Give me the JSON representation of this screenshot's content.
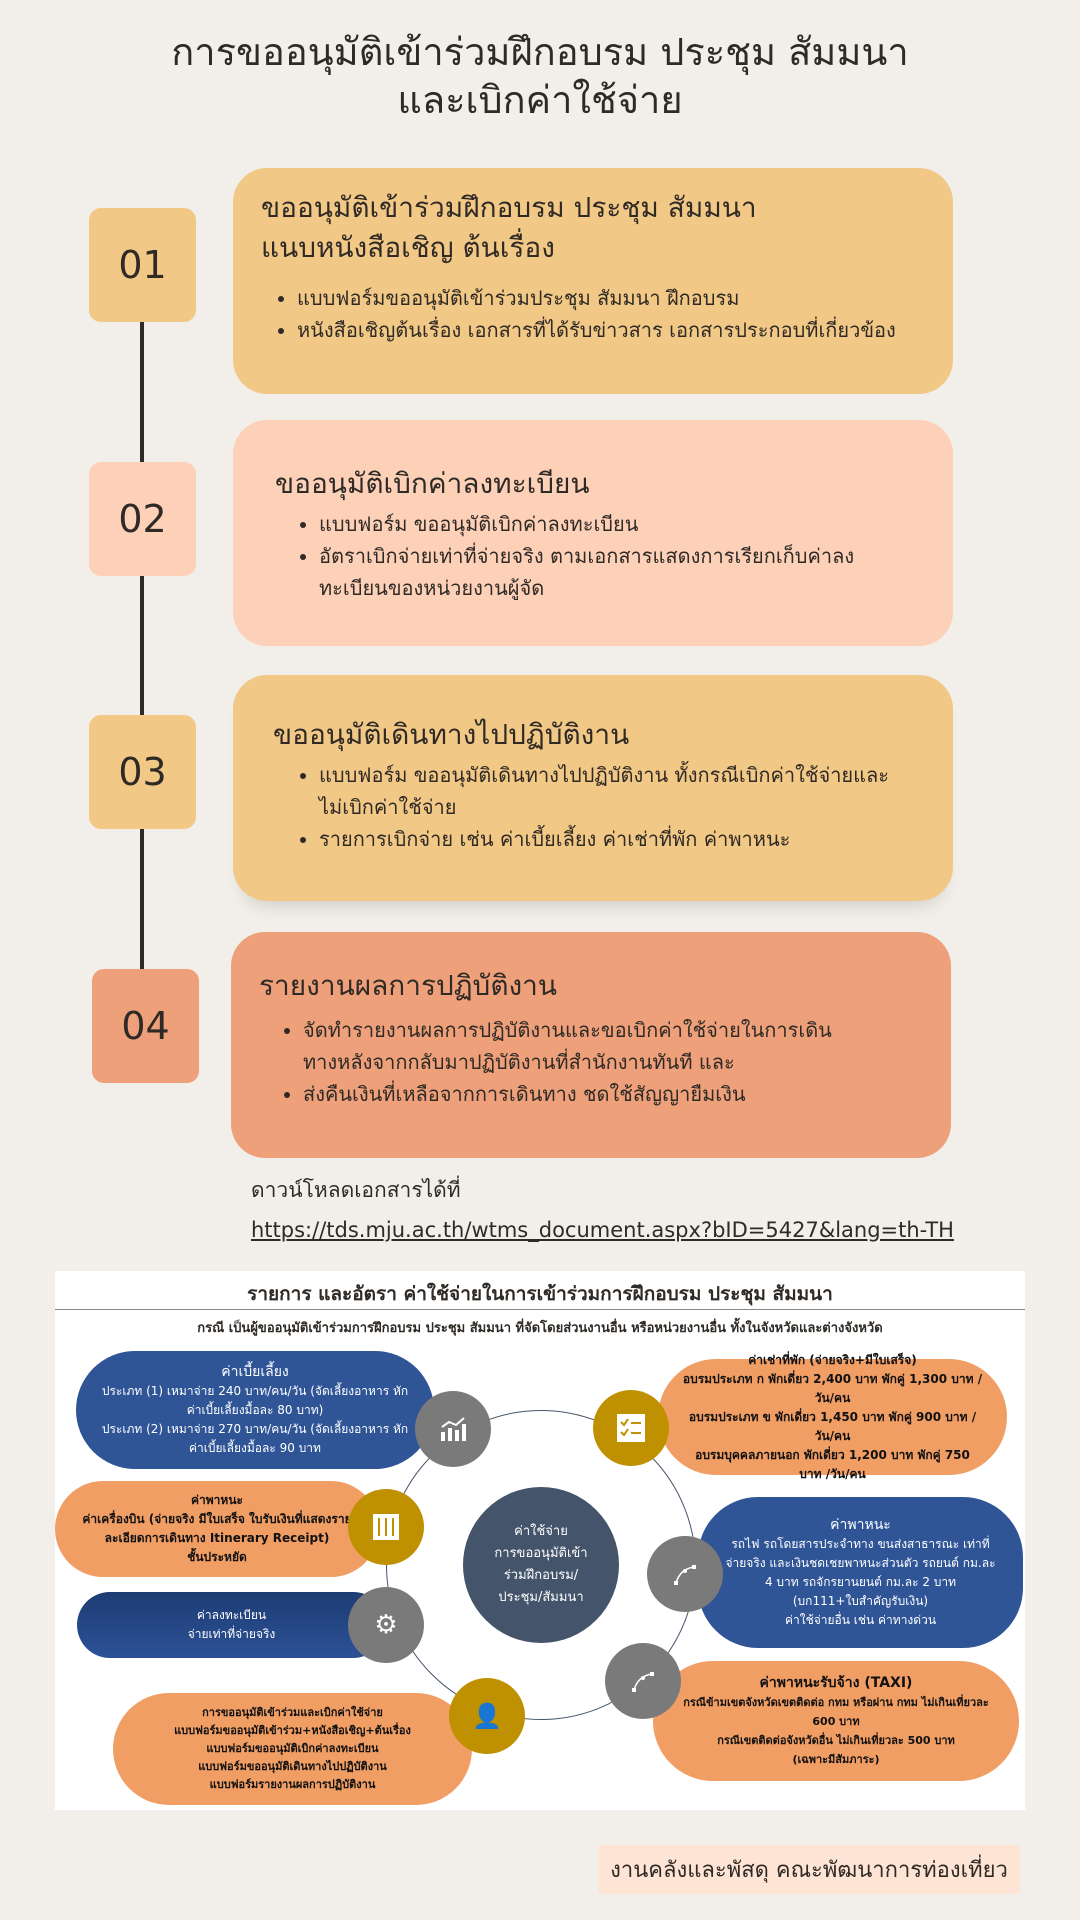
{
  "title": {
    "line1": "การขออนุมัติเข้าร่วมฝึกอบรม ประชุม สัมมนา",
    "line2": "และเบิกค่าใช้จ่าย"
  },
  "steps": [
    {
      "number": "01",
      "title1": "ขออนุมัติเข้าร่วมฝึกอบรม ประชุม สัมมนา",
      "title2": "แนบหนังสือเชิญ ต้นเรื่อง",
      "bullets": [
        "แบบฟอร์มขออนุมัติเข้าร่วมประชุม สัมมนา ฝึกอบรม",
        "หนังสือเชิญต้นเรื่อง เอกสารที่ได้รับข่าวสาร เอกสารประกอบที่เกี่ยวข้อง"
      ]
    },
    {
      "number": "02",
      "title1": "ขออนุมัติเบิกค่าลงทะเบียน",
      "bullets": [
        "แบบฟอร์ม ขออนุมัติเบิกค่าลงทะเบียน",
        "อัตราเบิกจ่ายเท่าที่จ่ายจริง ตามเอกสารแสดงการเรียกเก็บค่าลงทะเบียนของหน่วยงานผู้จัด"
      ]
    },
    {
      "number": "03",
      "title1": "ขออนุมัติเดินทางไปปฏิบัติงาน",
      "bullets": [
        "แบบฟอร์ม ขออนุมัติเดินทางไปปฏิบัติงาน ทั้งกรณีเบิกค่าใช้จ่ายและไม่เบิกค่าใช้จ่าย",
        "รายการเบิกจ่าย เช่น ค่าเบี้ยเลี้ยง ค่าเช่าที่พัก ค่าพาหนะ"
      ]
    },
    {
      "number": "04",
      "title1": "รายงานผลการปฏิบัติงาน",
      "bullets": [
        "จัดทำรายงานผลการปฏิบัติงานและขอเบิกค่าใช้จ่ายในการเดินทางหลังจากกลับมาปฏิบัติงานที่สำนักงานทันที และ",
        "ส่งคืนเงินที่เหลือจากการเดินทาง ชดใช้สัญญายืมเงิน"
      ]
    }
  ],
  "download": {
    "label": "ดาวน์โหลดเอกสารได้ที่",
    "url": "https://tds.mju.ac.th/wtms_document.aspx?bID=5427&lang=th-TH"
  },
  "infographic": {
    "title": "รายการ และอัตรา ค่าใช้จ่ายในการเข้าร่วมการฝึกอบรม ประชุม สัมมนา",
    "subtitle": "กรณี เป็นผู้ขออนุมัติเข้าร่วมการฝึกอบรม ประชุม สัมมนา ที่จัดโดยส่วนงานอื่น หรือหน่วยงานอื่น ทั้งในจังหวัดและต่างจังหวัด",
    "center": [
      "ค่าใช้จ่าย",
      "การขออนุมัติเข้า",
      "ร่วมฝึกอบรม/",
      "ประชุม/สัมมนา"
    ],
    "allowance": {
      "title": "ค่าเบี้ยเลี้ยง",
      "lines": [
        "ประเภท (1) เหมาจ่าย 240 บาท/คน/วัน (จัดเลี้ยงอาหาร หักค่าเบี้ยเลี้ยงมื้อละ 80 บาท)",
        "ประเภท (2) เหมาจ่าย 270 บาท/คน/วัน (จัดเลี้ยงอาหาร หักค่าเบี้ยเลี้ยงมื้อละ 90 บาท"
      ]
    },
    "airfare": {
      "title": "ค่าพาหนะ",
      "lines": [
        "ค่าเครื่องบิน (จ่ายจริง มีใบเสร็จ ใบรับเงินที่แสดงรายละเอียดการเดินทาง Itinerary Receipt)",
        "ชั้นประหยัด"
      ]
    },
    "registration": {
      "lines": [
        "ค่าลงทะเบียน",
        "จ่ายเท่าที่จ่ายจริง"
      ]
    },
    "forms": {
      "lines": [
        "การขออนุมัติเข้าร่วมและเบิกค่าใช้จ่าย",
        "แบบฟอร์มขออนุมัติเข้าร่วม+หนังสือเชิญ+ต้นเรื่อง",
        "แบบฟอร์มขออนุมัติเบิกค่าลงทะเบียน",
        "แบบฟอร์มขออนุมัติเดินทางไปปฏิบัติงาน",
        "แบบฟอร์มรายงานผลการปฏิบัติงาน"
      ]
    },
    "lodging": {
      "title": "ค่าเช่าที่พัก (จ่ายจริง+มีใบเสร็จ)",
      "lines": [
        "อบรมประเภท ก พักเดี่ยว 2,400 บาท พักคู่ 1,300 บาท /วัน/คน",
        "อบรมประเภท ข พักเดี่ยว 1,450 บาท พักคู่ 900 บาท /วัน/คน",
        "อบรมบุคคลภายนอก พักเดี่ยว 1,200 บาท พักคู่ 750 บาท /วัน/คน"
      ]
    },
    "transport": {
      "title": "ค่าพาหนะ",
      "lines": [
        "รถไฟ รถโดยสารประจำทาง ขนส่งสาธารณะ เท่าที่จ่ายจริง และเงินชดเชยพาหนะส่วนตัว รถยนต์ กม.ละ 4 บาท รถจักรยานยนต์ กม.ละ 2 บาท",
        "(บก111+ใบสำคัญรับเงิน)",
        "ค่าใช้จ่ายอื่น เช่น ค่าทางด่วน"
      ]
    },
    "taxi": {
      "title": "ค่าพาหนะรับจ้าง (TAXI)",
      "lines": [
        "กรณีข้ามเขตจังหวัดเขตติดต่อ กทม หรือผ่าน กทม ไม่เกินเที่ยวละ 600 บาท",
        "กรณีเขตติดต่อจังหวัดอื่น ไม่เกินเที่ยวละ 500 บาท",
        "(เฉพาะมีสัมภาระ)"
      ]
    }
  },
  "footer": "งานคลังและพัสดุ คณะพัฒนาการท่องเที่ยว",
  "colors": {
    "bg": "#f2efea",
    "card_gold": "#f2c886",
    "card_peach": "#fdd0b8",
    "card_coral": "#eda07a"
  }
}
